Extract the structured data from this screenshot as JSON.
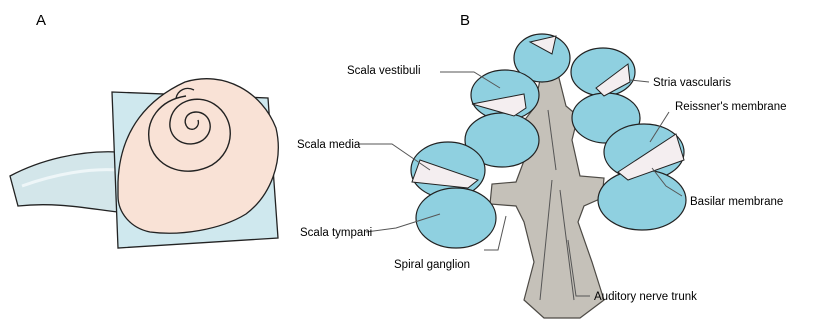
{
  "panels": {
    "a": {
      "letter": "A"
    },
    "b": {
      "letter": "B"
    }
  },
  "labels": {
    "scala_vestibuli": "Scala vestibuli",
    "stria_vascularis": "Stria vascularis",
    "reissners_membrane": "Reissner's membrane",
    "scala_media": "Scala media",
    "basilar_membrane": "Basilar membrane",
    "scala_tympani": "Scala tympani",
    "spiral_ganglion": "Spiral ganglion",
    "auditory_nerve_trunk": "Auditory nerve trunk"
  },
  "colors": {
    "fluid_blue": "#8fd0e0",
    "cochlea_peach": "#f9e2d6",
    "bone_plane_blue": "#cfe8ee",
    "nerve_gray": "#c5c1b9",
    "scala_media_pink": "#f4eef0"
  }
}
